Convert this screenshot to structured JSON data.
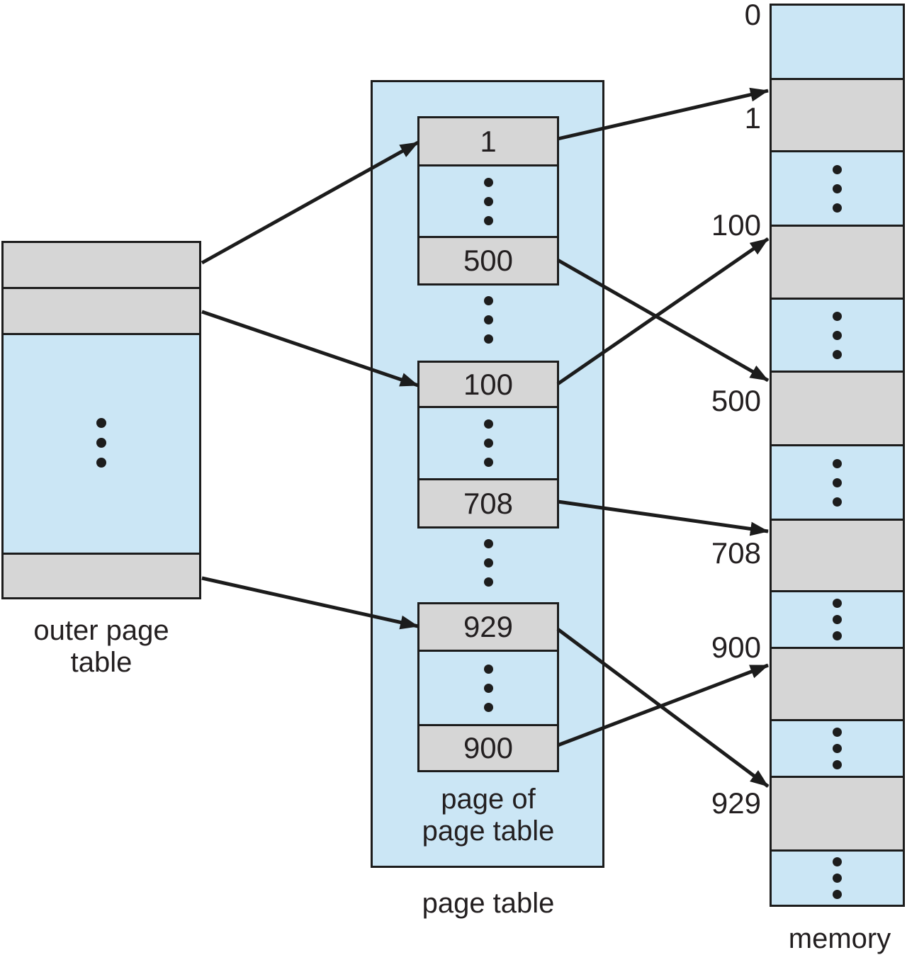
{
  "colors": {
    "row_fill_blue": "#cbe6f5",
    "row_fill_gray": "#d6d6d6",
    "line": "#1c1c1c"
  },
  "outer_page_table": {
    "caption_line1": "outer page",
    "caption_line2": "table"
  },
  "page_table": {
    "entries": [
      "1",
      "500",
      "100",
      "708",
      "929",
      "900"
    ],
    "inner_caption_line1": "page of",
    "inner_caption_line2": "page table",
    "caption": "page table"
  },
  "memory": {
    "frame_labels": [
      "0",
      "1",
      "100",
      "500",
      "708",
      "900",
      "929"
    ],
    "caption": "memory"
  }
}
